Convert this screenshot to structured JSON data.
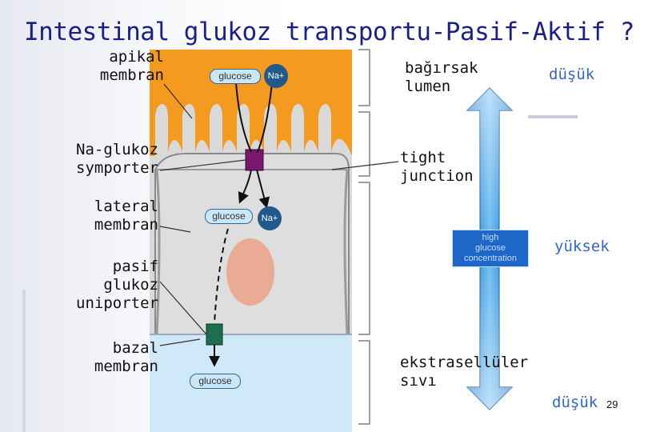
{
  "title": "Intestinal glukoz transportu-Pasif-Aktif ?",
  "labels": {
    "apical": [
      "apikal",
      "membran"
    ],
    "symporter": [
      "Na-glukoz",
      "symporter"
    ],
    "lateral": [
      "lateral",
      "membran"
    ],
    "uniporter": [
      "pasif",
      "glukoz",
      "uniporter"
    ],
    "basal": [
      "bazal",
      "membran"
    ],
    "lumen": [
      "bağırsak",
      "lumen"
    ],
    "tight": [
      "tight",
      "junction"
    ],
    "ecf": [
      "ekstrasellüler",
      "sıvı"
    ]
  },
  "gradient": {
    "top": "düşük",
    "middle": "yüksek",
    "bottom": "düşük",
    "concentration": [
      "high",
      "glucose",
      "concentration"
    ]
  },
  "molecules": {
    "glucose": "glucose",
    "sodium": "Na+"
  },
  "page_number": "29",
  "colors": {
    "title": "#1b1f8a",
    "apical_layer": "#f39a1f",
    "cell_body": "#dcdcdc",
    "extracellular": "#cfe9f8",
    "symporter": "#7a1870",
    "uniporter": "#1e6e4e",
    "nucleus": "#e9ab94",
    "gradient_arrow": "#2f8fdc",
    "accent_text": "#3366cc"
  }
}
